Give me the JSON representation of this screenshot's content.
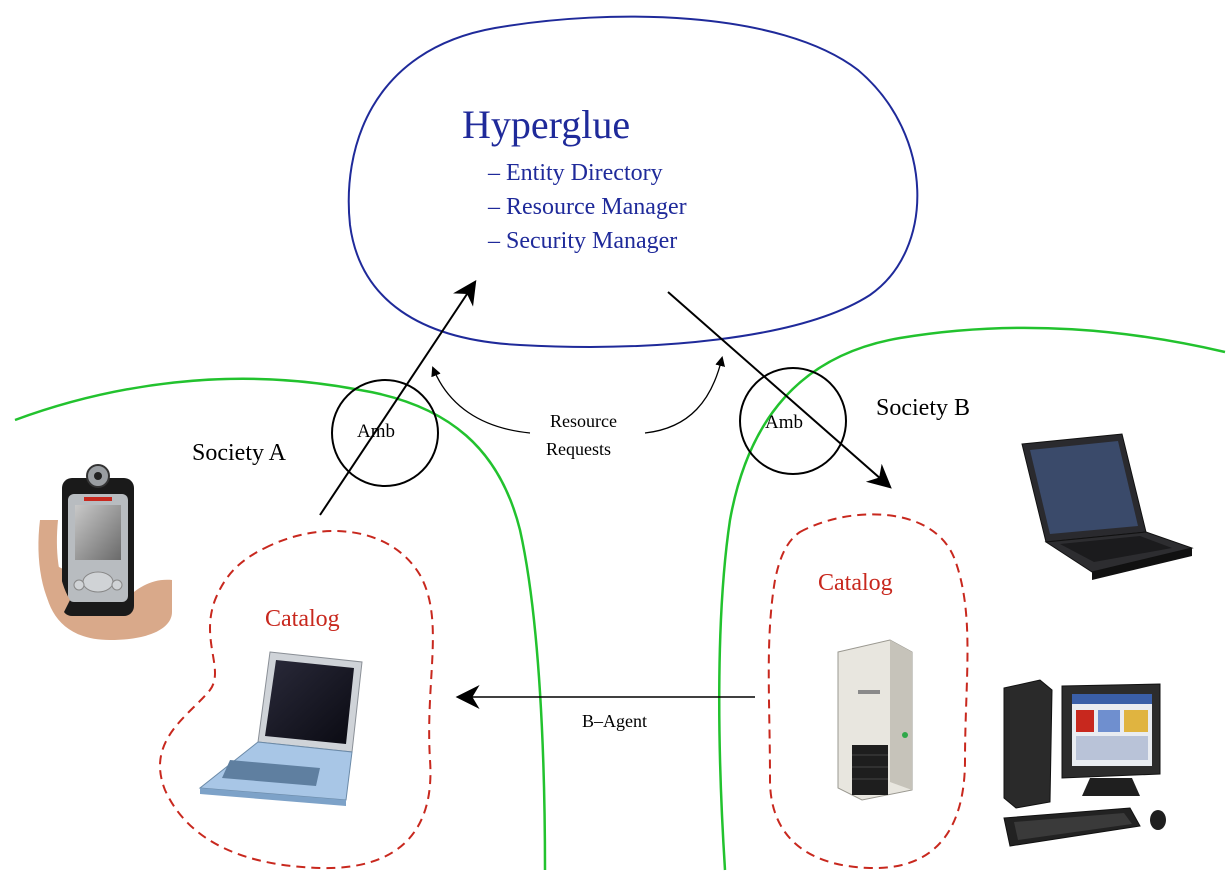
{
  "colors": {
    "hyperglue": "#1f2a9a",
    "society_boundary": "#22c22e",
    "catalog": "#c8281e",
    "arrow": "#000000"
  },
  "hyperglue": {
    "title": "Hyperglue",
    "items": [
      "– Entity Directory",
      "– Resource Manager",
      "– Security Manager"
    ]
  },
  "society_a": {
    "label": "Society A",
    "ambassador": "Amb",
    "catalog": "Catalog",
    "devices": [
      "pda-handheld-icon",
      "laptop-icon"
    ]
  },
  "society_b": {
    "label": "Society B",
    "ambassador": "Amb",
    "catalog": "Catalog",
    "devices": [
      "laptop-icon",
      "server-tower-icon",
      "desktop-computer-icon"
    ]
  },
  "resource_requests": [
    "Resource",
    "Requests"
  ],
  "agent_label": "B–Agent"
}
